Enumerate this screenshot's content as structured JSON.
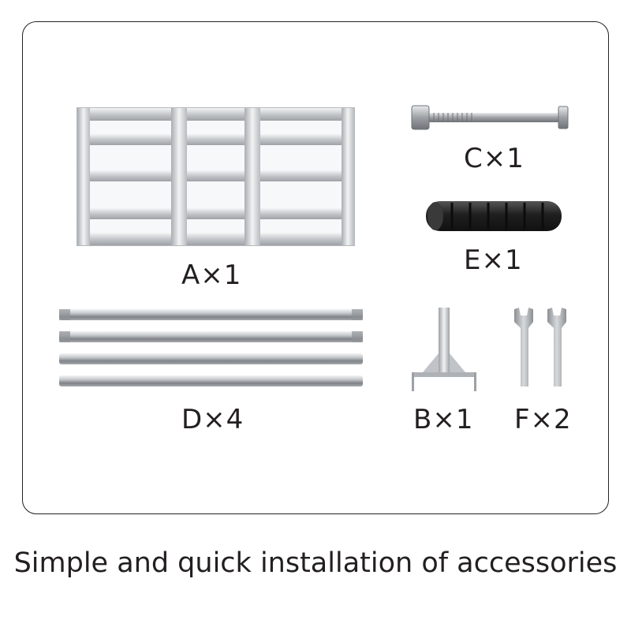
{
  "parts": [
    {
      "label": "A×1"
    },
    {
      "label": "C×1"
    },
    {
      "label": "E×1"
    },
    {
      "label": "D×4"
    },
    {
      "label": "B×1"
    },
    {
      "label": "F×2"
    }
  ],
  "caption": "Simple and quick installation of accessories",
  "colors": {
    "steel": "#c9ccd0",
    "steel_dark": "#8e9296",
    "rubber": "#2a2a2a",
    "border": "#222222",
    "text": "#231f20"
  }
}
